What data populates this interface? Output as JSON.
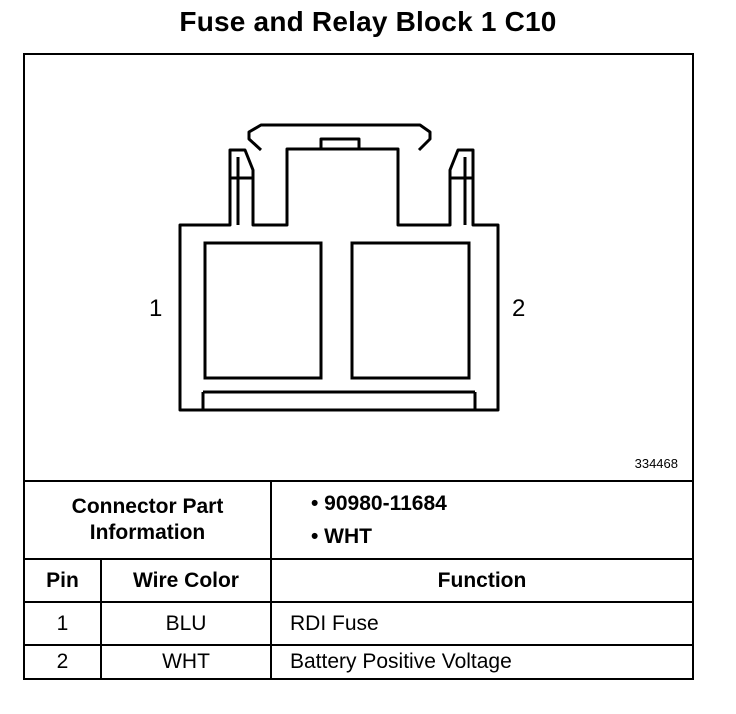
{
  "title": "Fuse and Relay Block 1 C10",
  "diagram": {
    "pin_left": "1",
    "pin_right": "2",
    "figure_number": "334468"
  },
  "connector_info": {
    "label_line1": "Connector Part",
    "label_line2": "Information",
    "items": [
      "• 90980-11684",
      "• WHT"
    ]
  },
  "table": {
    "headers": [
      "Pin",
      "Wire Color",
      "Function"
    ],
    "rows": [
      {
        "pin": "1",
        "wire_color": "BLU",
        "function": "RDI Fuse"
      },
      {
        "pin": "2",
        "wire_color": "WHT",
        "function": "Battery Positive Voltage"
      }
    ]
  }
}
